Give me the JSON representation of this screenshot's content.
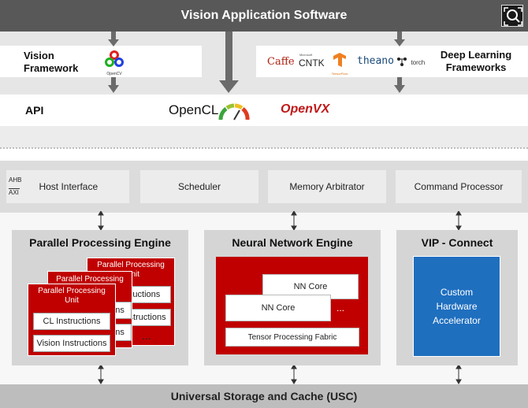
{
  "header": {
    "title": "Vision Application Software"
  },
  "frameworks": {
    "vision_label_1": "Vision",
    "vision_label_2": "Framework",
    "opencv_logo": "OpenCV",
    "dl_label_1": "Deep Learning",
    "dl_label_2": "Frameworks",
    "logos": {
      "caffe": "Caffe",
      "cntk": "CNTK",
      "cntk_small": "Microsoft",
      "tensorflow": "TensorFlow",
      "theano": "theano",
      "torch": "torch"
    }
  },
  "api": {
    "label": "API",
    "opencl": "OpenCL",
    "openvx_1": "Open",
    "openvx_2": "VX"
  },
  "hardware": {
    "ahb": "AHB",
    "axi": "AXI",
    "host_interface": "Host Interface",
    "scheduler": "Scheduler",
    "memory_arbitrator": "Memory Arbitrator",
    "command_processor": "Command Processor"
  },
  "ppe": {
    "title": "Parallel Processing Engine",
    "unit_label_1": "Parallel Processing",
    "unit_label_2": "Unit",
    "back_unit_label": "Parallel Processing",
    "back_unit_label_2": "nit",
    "cl_instructions": "CL Instructions",
    "vision_instructions": "Vision Instructions",
    "frag_instructions_1": "ructions",
    "frag_instructions_2": "nstructions",
    "frag_ons_1": "ons",
    "frag_ons_2": "ons",
    "ellipsis": "..."
  },
  "nne": {
    "title": "Neural Network Engine",
    "nn_core_1": "NN Core",
    "nn_core_2": "NN Core",
    "ellipsis": "...",
    "tensor_fabric": "Tensor Processing Fabric"
  },
  "vip": {
    "title": "VIP - Connect",
    "accel_1": "Custom",
    "accel_2": "Hardware",
    "accel_3": "Accelerator"
  },
  "footer": {
    "title": "Universal Storage and Cache (USC)"
  },
  "colors": {
    "red": "#c00000",
    "blue": "#1f6fbf",
    "header": "#585858"
  },
  "icons": [
    "zoom-icon",
    "opencv-icon",
    "tensorflow-icon",
    "torch-icon",
    "opencl-gauge-icon",
    "arrow-down-icon",
    "double-arrow-icon"
  ]
}
